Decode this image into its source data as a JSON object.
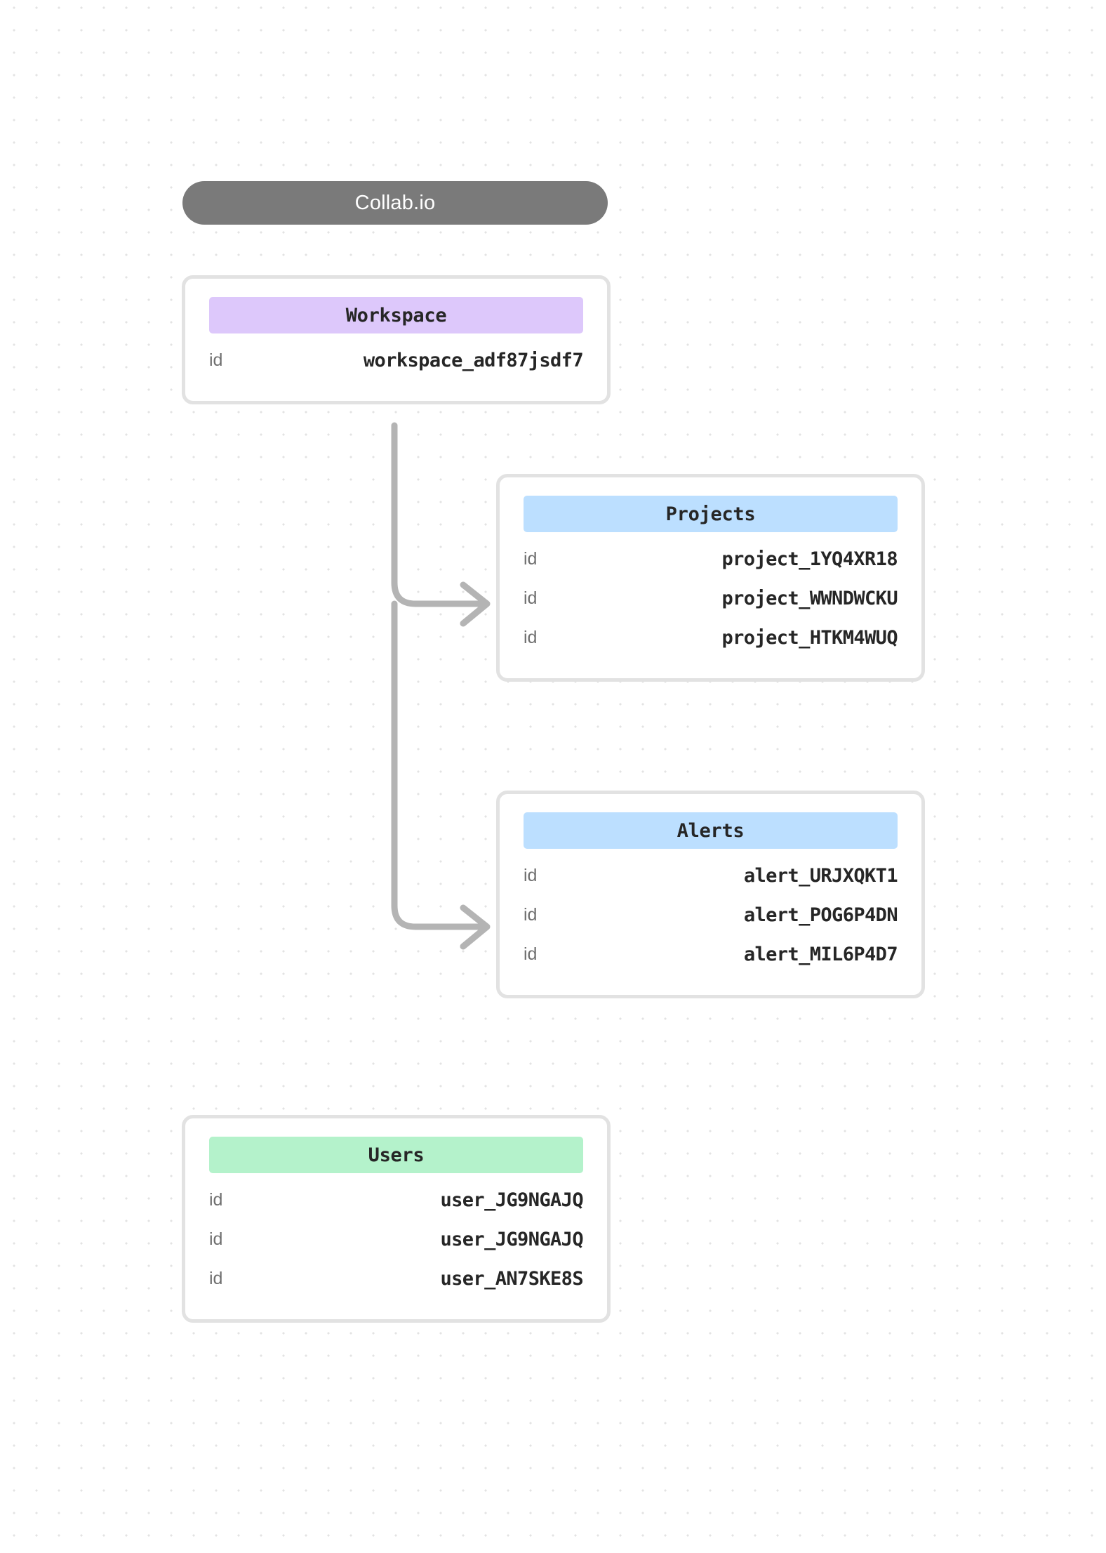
{
  "diagram": {
    "title": "Collab.io",
    "background": "#ffffff",
    "dot_color": "#e3e3e3",
    "title_pill_color": "#7a7a7a",
    "connector_color": "#b4b4b4",
    "card_border_color": "#e2e2e2"
  },
  "cards": {
    "workspace": {
      "title": "Workspace",
      "header_color": "#ddc8fb",
      "rows": [
        {
          "key": "id",
          "value": "workspace_adf87jsdf7"
        }
      ]
    },
    "projects": {
      "title": "Projects",
      "header_color": "#bcdfff",
      "rows": [
        {
          "key": "id",
          "value": "project_1YQ4XR18"
        },
        {
          "key": "id",
          "value": "project_WWNDWCKU"
        },
        {
          "key": "id",
          "value": "project_HTKM4WUQ"
        }
      ]
    },
    "alerts": {
      "title": "Alerts",
      "header_color": "#bcdfff",
      "rows": [
        {
          "key": "id",
          "value": "alert_URJXQKT1"
        },
        {
          "key": "id",
          "value": "alert_POG6P4DN"
        },
        {
          "key": "id",
          "value": "alert_MIL6P4D7"
        }
      ]
    },
    "users": {
      "title": "Users",
      "header_color": "#b4f2cb",
      "rows": [
        {
          "key": "id",
          "value": "user_JG9NGAJQ"
        },
        {
          "key": "id",
          "value": "user_JG9NGAJQ"
        },
        {
          "key": "id",
          "value": "user_AN7SKE8S"
        }
      ]
    }
  },
  "connectors": [
    {
      "from": "workspace",
      "to": "projects"
    },
    {
      "from": "workspace",
      "to": "alerts"
    }
  ]
}
